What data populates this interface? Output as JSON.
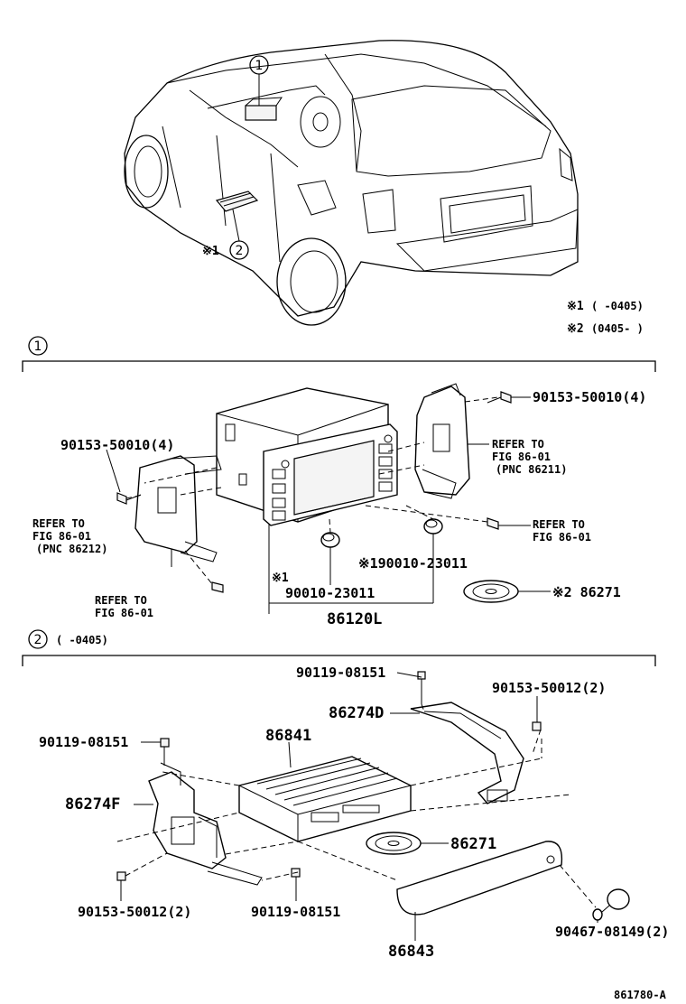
{
  "notes": {
    "note1_marker": "※1",
    "note1_range": "(   -0405)",
    "note2_marker": "※2",
    "note2_range": "(0405-   )"
  },
  "vehicle": {
    "callout1": "1",
    "callout2": "2",
    "callout2_note": "※1"
  },
  "section1": {
    "marker": "1",
    "label_bolt_top_right": "90153-50010(4)",
    "label_bolt_left": "90153-50010(4)",
    "refer_upper_right_1": "REFER TO",
    "refer_upper_right_2": "FIG 86-01",
    "refer_upper_right_3": "(PNC 86211)",
    "refer_left_1": "REFER TO",
    "refer_left_2": "FIG 86-01",
    "refer_left_3": "(PNC 86212)",
    "refer_lower_right_1": "REFER TO",
    "refer_lower_right_2": "FIG 86-01",
    "refer_lower_left_1": "REFER TO",
    "refer_lower_left_2": "FIG 86-01",
    "cap_right_label": "※190010-23011",
    "cap_left_note": "※1",
    "cap_left_label": "90010-23011",
    "disc_label": "※2 86271",
    "assembly_label": "86120L"
  },
  "section2": {
    "marker": "2",
    "range": "(   -0405)",
    "label_screw_top": "90119-08151",
    "label_bracket_right": "86274D",
    "label_bolt_right": "90153-50012(2)",
    "label_unit": "86841",
    "label_screw_left": "90119-08151",
    "label_bracket_left": "86274F",
    "label_disc": "86271",
    "label_bolt_bottom_left": "90153-50012(2)",
    "label_screw_bottom": "90119-08151",
    "label_cover": "86843",
    "label_clip": "90467-08149(2)"
  },
  "figure_code": "861780-A"
}
